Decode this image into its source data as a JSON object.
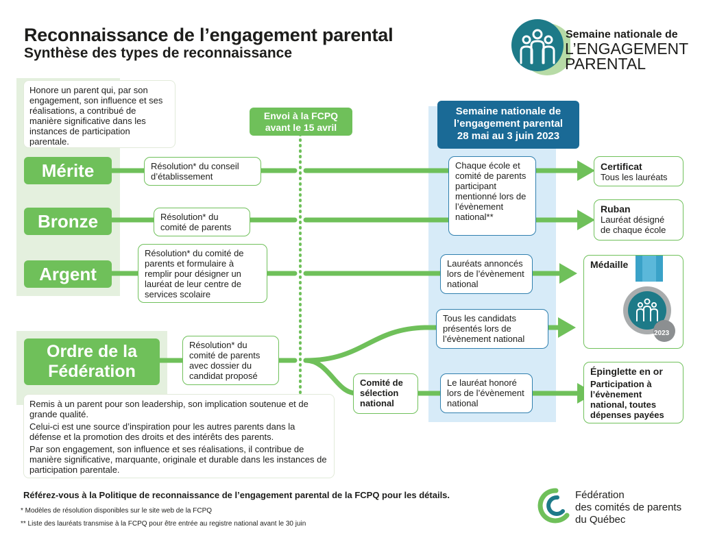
{
  "header": {
    "title": "Reconnaissance de l’engagement parental",
    "subtitle": "Synthèse des types de reconnaissance"
  },
  "logo_semaine": {
    "line1": "Semaine nationale de",
    "line2": "L’ENGAGEMENT",
    "line3": "PARENTAL"
  },
  "intro_desc": "Honore un parent qui, par son engagement, son influence et ses réalisations, a contribué de manière significative dans les instances de participation parentale.",
  "envoi_tag": {
    "line1": "Envoi à la FCPQ",
    "line2": "avant le 15 avril"
  },
  "semaine_tag": {
    "line1": "Semaine nationale de",
    "line2": "l’engagement parental",
    "line3": "28 mai au 3 juin 2023"
  },
  "levels": {
    "merite": "Mérite",
    "bronze": "Bronze",
    "argent": "Argent",
    "ordre1": "Ordre de la",
    "ordre2": "Fédération"
  },
  "resolutions": {
    "merite": "Résolution* du conseil d’établissement",
    "bronze": "Résolution* du comité de parents",
    "argent": "Résolution* du comité de parents et formulaire à remplir pour désigner un lauréat de leur centre de services scolaire",
    "ordre": "Résolution* du comité de parents avec dossier du candidat proposé"
  },
  "comite_selection": {
    "line1": "Comité de",
    "line2": "sélection",
    "line3": "national"
  },
  "events": {
    "ecole": "Chaque école et comité de parents participant mentionné lors de l’évènement national**",
    "argent": "Lauréats annoncés lors de l’évènement national",
    "candidats": "Tous les candidats présentés lors de l’évènement national",
    "laureat": "Le lauréat honoré lors de l’évènement national"
  },
  "rewards": {
    "certificat_title": "Certificat",
    "certificat_sub": "Tous les lauréats",
    "ruban_title": "Ruban",
    "ruban_sub": "Lauréat désigné de chaque école",
    "medaille_title": "Médaille",
    "medaille_year": "2023",
    "epinglette_title": "Épinglette en or",
    "epinglette_sub": "Participation à l’évènement national, toutes dépenses payées"
  },
  "ordre_desc": {
    "p1": "Remis à un parent pour son leadership, son implication soutenue et de grande qualité.",
    "p2": "Celui-ci est une source d’inspiration pour les autres parents dans la défense et la promotion des droits et des intérêts des parents.",
    "p3": "Par son engagement, son influence et ses réalisations, il contribue de manière significative, marquante, originale et durable dans les instances de participation parentale."
  },
  "footer": {
    "reference": "Référez-vous à la Politique de reconnaissance de l’engagement parental de la FCPQ pour les détails.",
    "note1": "*   Modèles de résolution disponibles sur le site web de la FCPQ",
    "note2": "** Liste des lauréats transmise à la FCPQ pour être entrée au registre national avant le 30 juin"
  },
  "logo_fcpq": {
    "line1": "Fédération",
    "line2": "des comités de parents",
    "line3": "du Québec"
  },
  "colors": {
    "green": "#6fc05a",
    "pale_green": "#e4f0de",
    "blue": "#1a6a96",
    "pale_blue": "#d7ebf8",
    "teal": "#1d7a88"
  }
}
